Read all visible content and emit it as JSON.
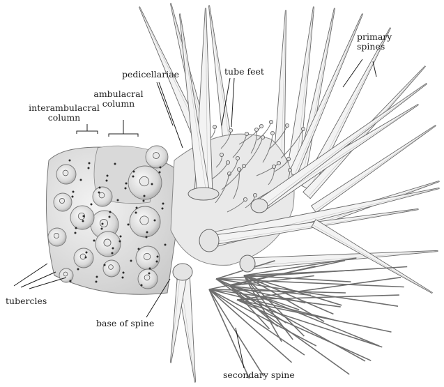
{
  "diagram": {
    "labels": {
      "interambulacral_column": [
        "interambulacral",
        "column"
      ],
      "ambulacral_column": [
        "ambulacral",
        "column"
      ],
      "pedicellariae": "pedicellariae",
      "tube_feet": "tube feet",
      "primary_spines": [
        "primary",
        "spines"
      ],
      "tubercles": "tubercles",
      "base_of_spine": "base of spine",
      "secondary_spine": "secondary spine"
    },
    "colors": {
      "ink": "#1e1e1e",
      "spine_fill": "#f1f1f1",
      "spine_stroke": "#6a6a6a",
      "test_fill": "#e6e6e6",
      "tubercle_fill": "#d4d4d4"
    }
  }
}
